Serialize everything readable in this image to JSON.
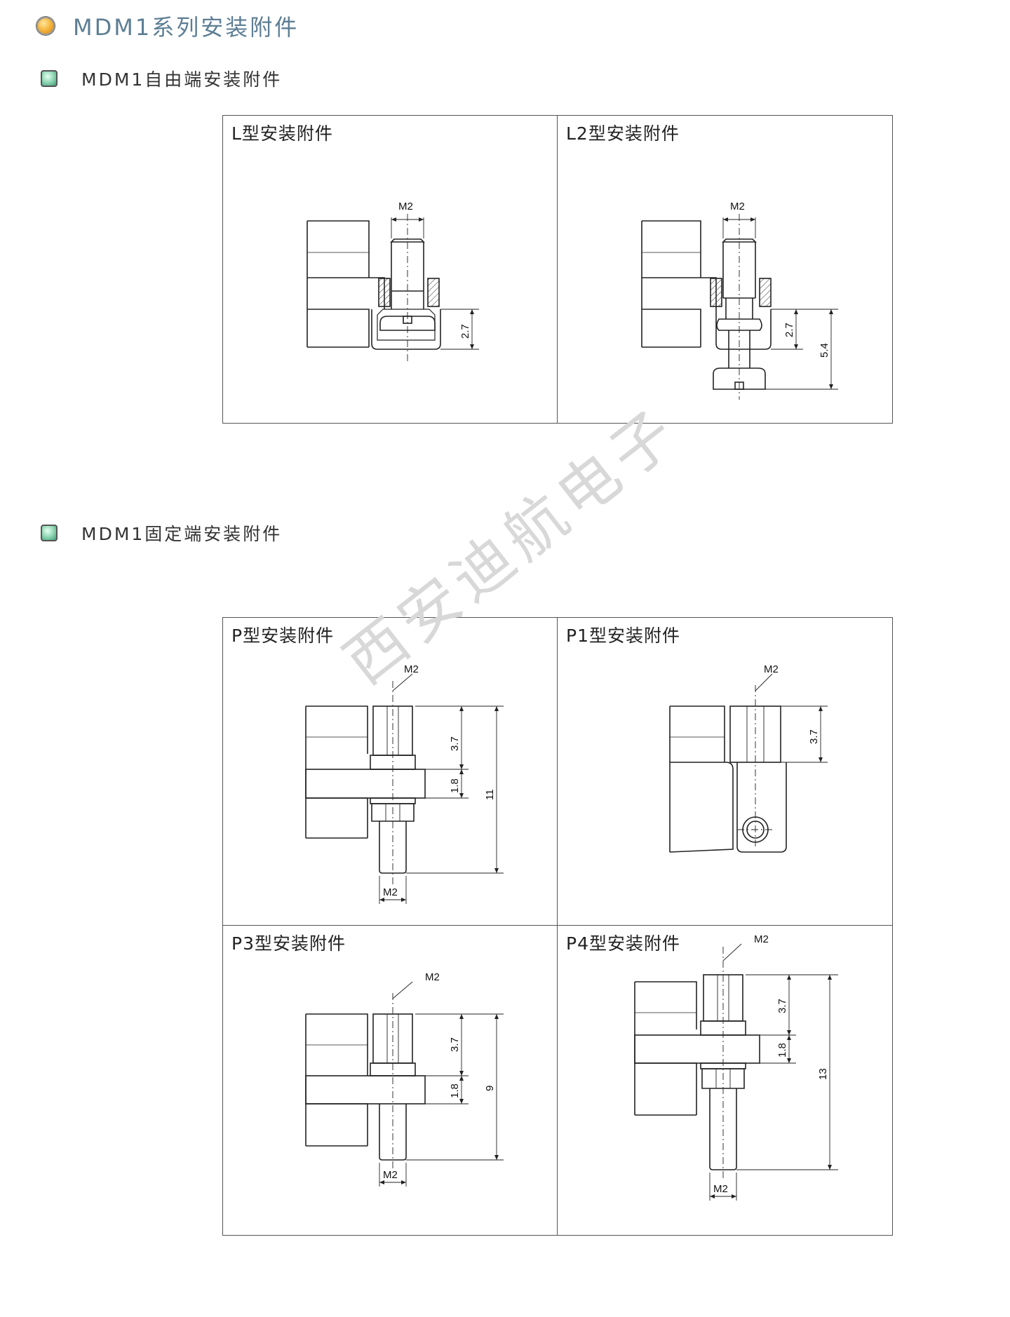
{
  "section_title": "MDM1系列安装附件",
  "free_end": {
    "heading": "MDM1自由端安装附件",
    "panels": [
      {
        "title": "L型安装附件",
        "dims": {
          "thread": "M2",
          "height": "2.7"
        }
      },
      {
        "title": "L2型安装附件",
        "dims": {
          "thread": "M2",
          "height_a": "2.7",
          "height_b": "5.4"
        }
      }
    ]
  },
  "fixed_end": {
    "heading": "MDM1固定端安装附件",
    "panels": [
      {
        "title": "P型安装附件",
        "dims": {
          "thread_top": "M2",
          "thread_bottom": "M2",
          "a": "3.7",
          "b": "1.8",
          "total": "11"
        }
      },
      {
        "title": "P1型安装附件",
        "dims": {
          "thread": "M2",
          "a": "3.7"
        }
      },
      {
        "title": "P3型安装附件",
        "dims": {
          "thread_top": "M2",
          "thread_bottom": "M2",
          "a": "3.7",
          "b": "1.8",
          "total": "9"
        }
      },
      {
        "title": "P4型安装附件",
        "dims": {
          "thread_top": "M2",
          "thread_bottom": "M2",
          "a": "3.7",
          "b": "1.8",
          "total": "13"
        }
      }
    ]
  },
  "watermark": "西安迪航电子",
  "colors": {
    "header_title": "#5d7e94",
    "line": "#222222",
    "watermark": "#d8d8d8"
  }
}
